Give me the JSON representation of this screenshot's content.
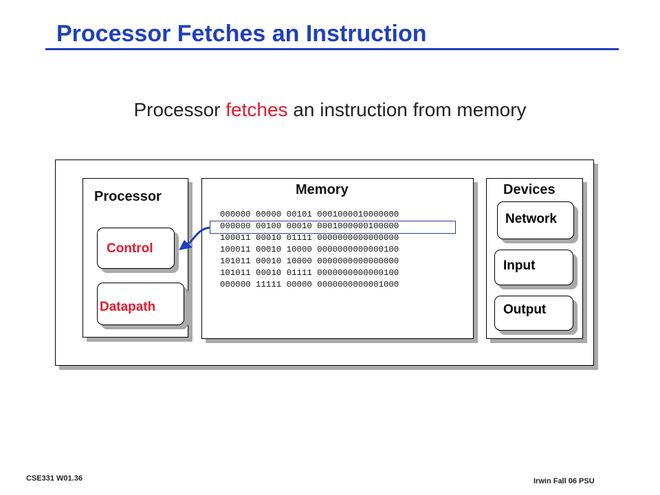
{
  "slide": {
    "title": "Processor Fetches an Instruction",
    "subtitle": {
      "before": "Processor ",
      "highlight": "fetches",
      "after": " an instruction from memory"
    }
  },
  "diagram": {
    "processor": {
      "label": "Processor",
      "control": "Control",
      "datapath": "Datapath"
    },
    "memory": {
      "label": "Memory",
      "lines": [
        "000000 00000 00101 0001000010000000",
        "000000 00100 00010 0001000000100000",
        "100011 00010 01111 0000000000000000",
        "100011 00010 10000 0000000000000100",
        "101011 00010 10000 0000000000000000",
        "101011 00010 01111 0000000000000100",
        "000000 11111 00000 0000000000001000"
      ],
      "highlighted_line": 1
    },
    "devices": {
      "label": "Devices",
      "network": "Network",
      "input": "Input",
      "output": "Output"
    }
  },
  "footer": {
    "left": "CSE331  W01.36",
    "right": "Irwin Fall 06  PSU"
  },
  "colors": {
    "title": "#1f3fbf",
    "highlight": "#e8192c",
    "arrow": "#1f3fbf",
    "shadow": "#a9a9a9"
  }
}
